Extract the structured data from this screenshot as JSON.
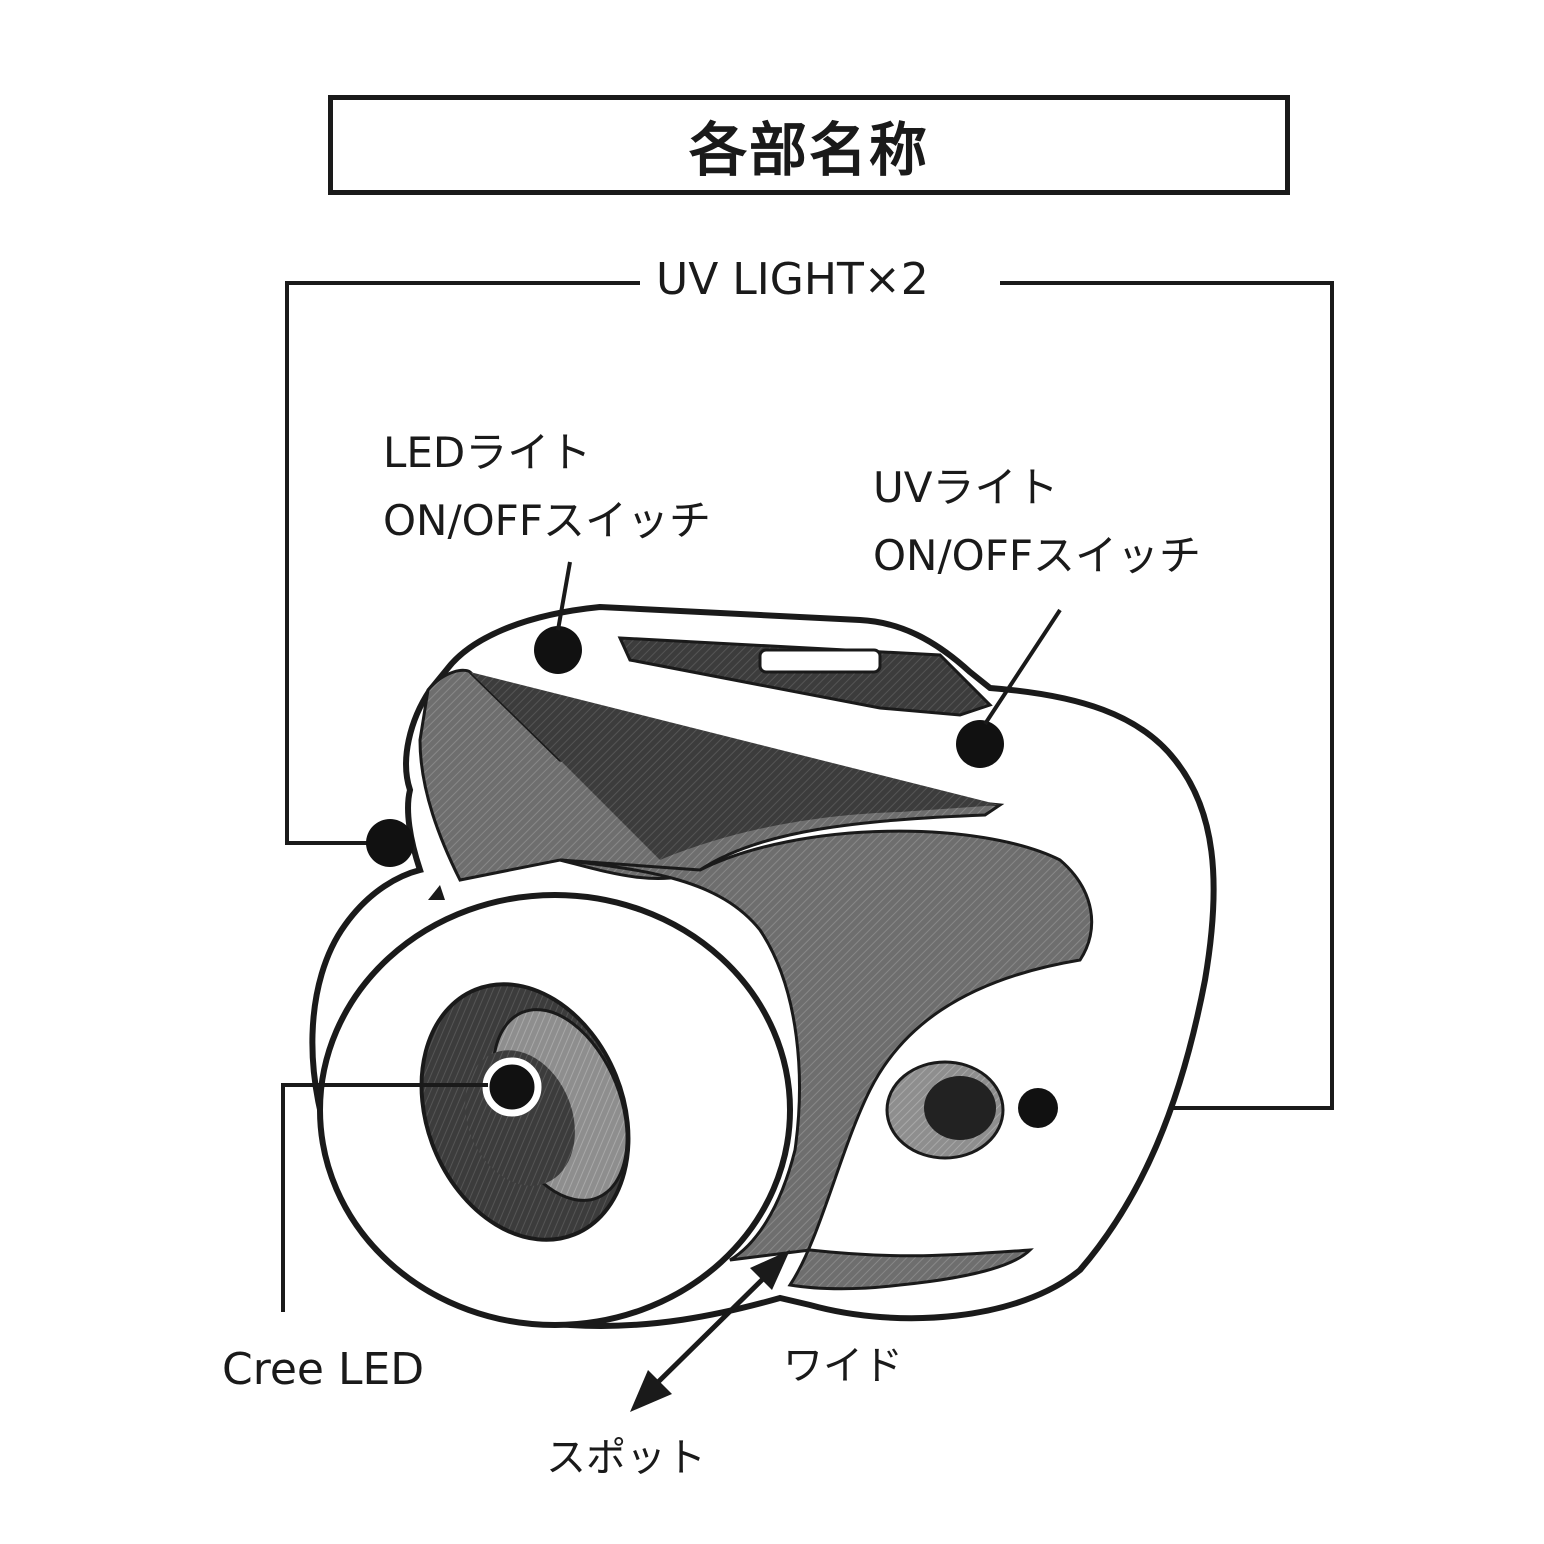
{
  "title": "各部名称",
  "labels": {
    "uv_light_count": "UV LIGHT×2",
    "led_switch_line1": "LEDライト",
    "led_switch_line2": "ON/OFFスイッチ",
    "uv_switch_line1": "UVライト",
    "uv_switch_line2": "ON/OFFスイッチ",
    "cree_led": "Cree LED",
    "wide": "ワイド",
    "spot": "スポット"
  },
  "colors": {
    "ink": "#1a1a1a",
    "dark_fill": "#3a3a3a",
    "mid_fill": "#6b6b6b",
    "light_fill": "#9a9a9a",
    "background": "#ffffff"
  }
}
